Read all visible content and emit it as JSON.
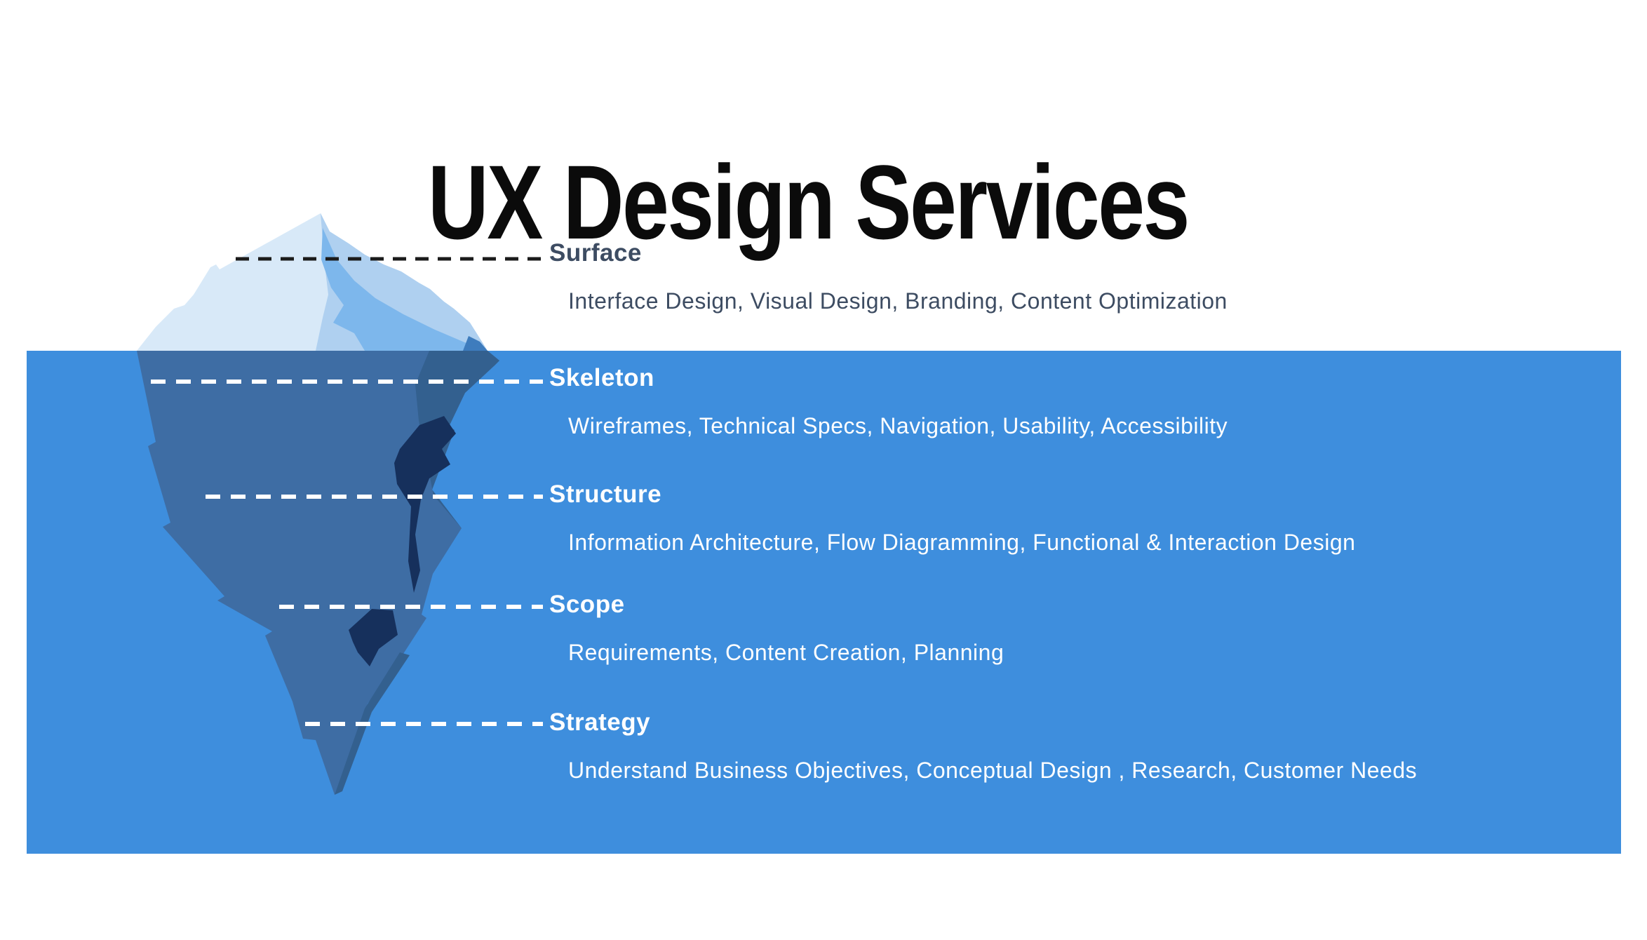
{
  "title": "UX Design Services",
  "levels": [
    {
      "name": "Surface",
      "services": "Interface Design, Visual Design, Branding, Content Optimization"
    },
    {
      "name": "Skeleton",
      "services": "Wireframes, Technical Specs, Navigation, Usability, Accessibility"
    },
    {
      "name": "Structure",
      "services": "Information Architecture, Flow Diagramming, Functional & Interaction Design"
    },
    {
      "name": "Scope",
      "services": "Requirements, Content Creation, Planning"
    },
    {
      "name": "Strategy",
      "services": "Understand Business Objectives, Conceptual Design , Research, Customer Needs"
    }
  ],
  "colors": {
    "water": "#3E8EDD",
    "iceberg_above": "#D8E9F8",
    "iceberg_above_shade": "#AFD0F0",
    "iceberg_above_accent": "#7DB7EC",
    "iceberg_waterline_wedge": "#3E7CBD",
    "iceberg_below": "#3E6DA4",
    "iceberg_below_shade": "#33608F",
    "iceberg_below_accent": "#16305C",
    "title_text": "#0B0B0B",
    "dark_text": "#3D4C62",
    "light_text": "#FFFFFF",
    "leader_line_dark": "#1B1B1B",
    "leader_line_light": "#FFFFFF"
  }
}
